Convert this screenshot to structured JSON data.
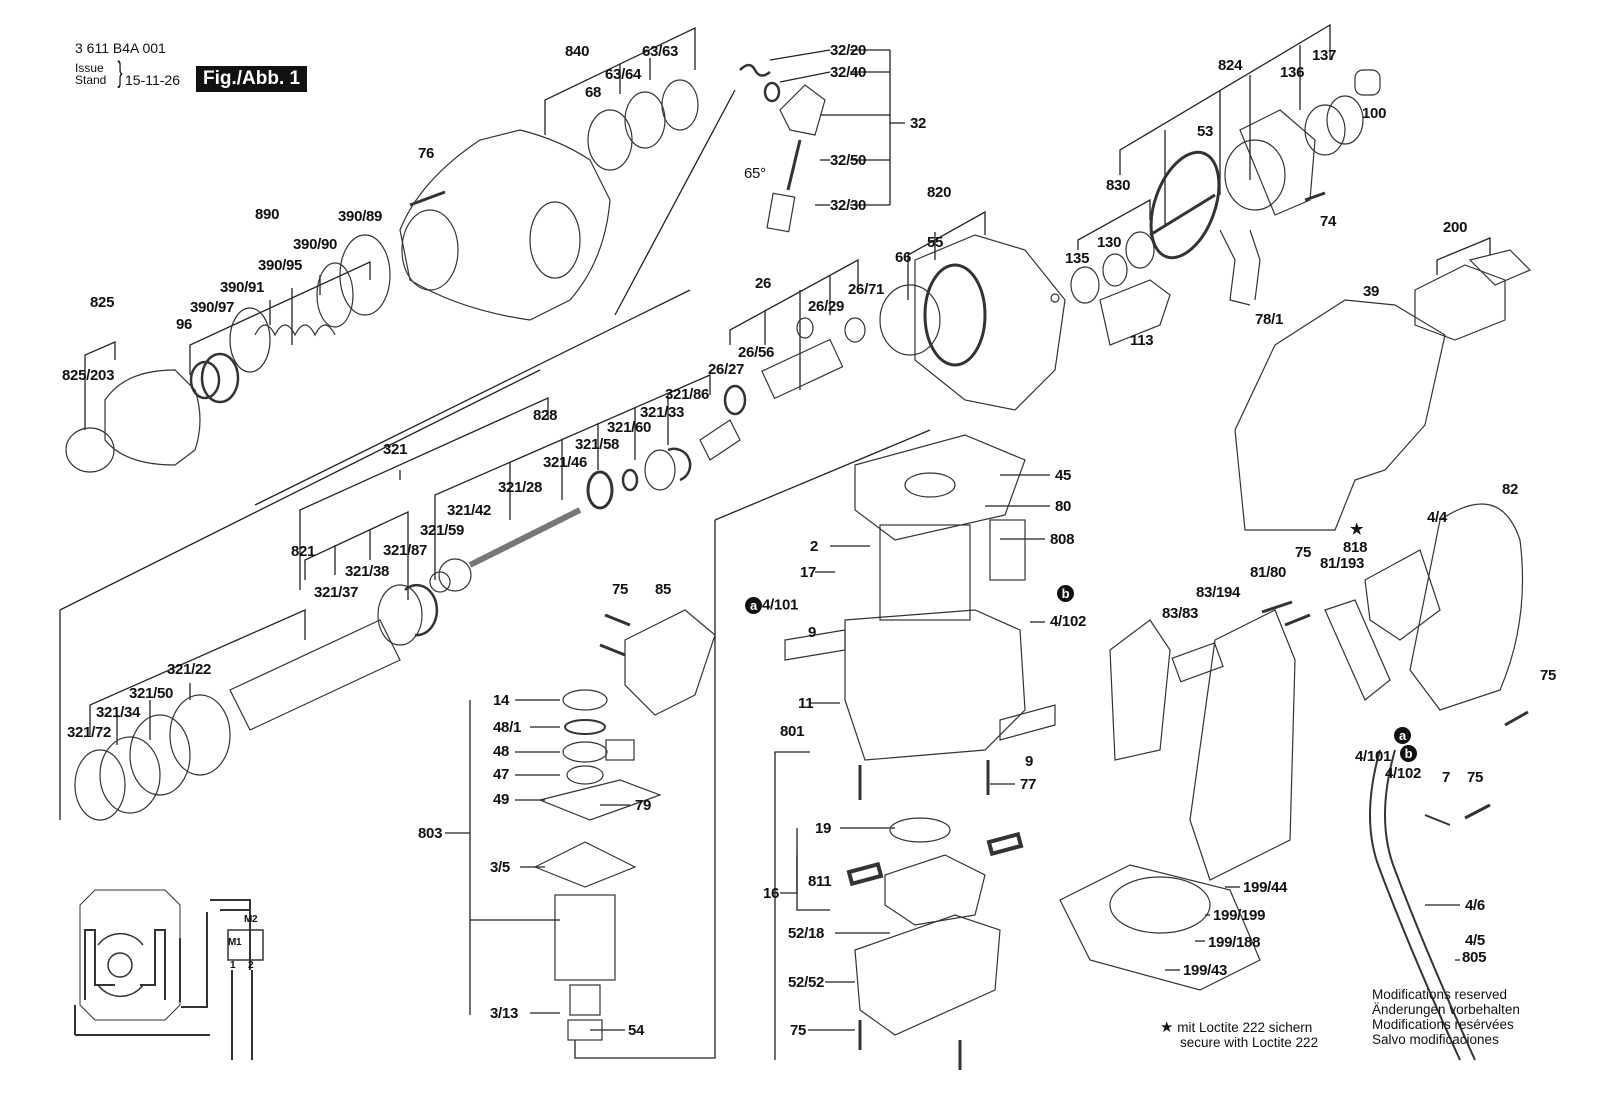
{
  "header": {
    "part_code": "3 611 B4A 001",
    "issue_label": "Issue",
    "stand_label": "Stand",
    "issue_date": "15-11-26",
    "figure_label": "Fig./Abb. 1"
  },
  "labels": {
    "l840": "840",
    "l63_63": "63/63",
    "l63_64": "63/64",
    "l68": "68",
    "l76": "76",
    "l890": "890",
    "l390_89": "390/89",
    "l390_90": "390/90",
    "l390_95": "390/95",
    "l390_91": "390/91",
    "l390_97": "390/97",
    "l96": "96",
    "l825": "825",
    "l825_203": "825/203",
    "l32_20": "32/20",
    "l32_40": "32/40",
    "l32": "32",
    "l32_50": "32/50",
    "l32_30": "32/30",
    "angle": "65°",
    "l824": "824",
    "l137": "137",
    "l136": "136",
    "l100": "100",
    "l53": "53",
    "l830": "830",
    "l74": "74",
    "l820": "820",
    "l55": "55",
    "l66": "66",
    "l135": "135",
    "l130": "130",
    "l113": "113",
    "l78_1": "78/1",
    "l200": "200",
    "l39": "39",
    "l26": "26",
    "l26_29": "26/29",
    "l26_71": "26/71",
    "l26_56": "26/56",
    "l26_27": "26/27",
    "l828": "828",
    "l321": "321",
    "l321_86": "321/86",
    "l321_33": "321/33",
    "l321_60": "321/60",
    "l321_58": "321/58",
    "l321_46": "321/46",
    "l321_28": "321/28",
    "l321_42": "321/42",
    "l321_59": "321/59",
    "l821": "821",
    "l321_87": "321/87",
    "l321_38": "321/38",
    "l321_37": "321/37",
    "l321_22": "321/22",
    "l321_50": "321/50",
    "l321_34": "321/34",
    "l321_72": "321/72",
    "l75a": "75",
    "l85": "85",
    "l14": "14",
    "l48_1": "48/1",
    "l48": "48",
    "l47": "47",
    "l49": "49",
    "l79": "79",
    "l803": "803",
    "l3_5": "3/5",
    "l3_13": "3/13",
    "l54": "54",
    "l45": "45",
    "l80": "80",
    "l808": "808",
    "l2": "2",
    "l17": "17",
    "l4_101a": "4/101",
    "l4_102a": "4/102",
    "l9a": "9",
    "l11": "11",
    "l801": "801",
    "l9b": "9",
    "l77": "77",
    "l19": "19",
    "l811": "811",
    "l16": "16",
    "l52_18": "52/18",
    "l52_52": "52/52",
    "l75b": "75",
    "l82": "82",
    "l4_4": "4/4",
    "l818": "818",
    "l75c": "75",
    "l81_80": "81/80",
    "l81_193": "81/193",
    "l83_194": "83/194",
    "l83_83": "83/83",
    "l75d": "75",
    "l4_101b": "4/101",
    "l4_102b": "4/102",
    "l7": "7",
    "l75e": "75",
    "l199_44": "199/44",
    "l4_6": "4/6",
    "l199_199": "199/199",
    "l199_188": "199/188",
    "l4_5": "4/5",
    "l805": "805",
    "l199_43": "199/43"
  },
  "markers": {
    "a": "a",
    "b": "b",
    "star": "★"
  },
  "schematic": {
    "m1": "M1",
    "m2": "M2",
    "t1": "1",
    "t2": "2"
  },
  "notes": {
    "loctite_de": "mit Loctite 222 sichern",
    "loctite_en": "secure with Loctite 222",
    "mod_en": "Modifications reserved",
    "mod_de": "Änderungen vorbehalten",
    "mod_fr": "Modifications resérvées",
    "mod_es": "Salvo modificaciones"
  }
}
